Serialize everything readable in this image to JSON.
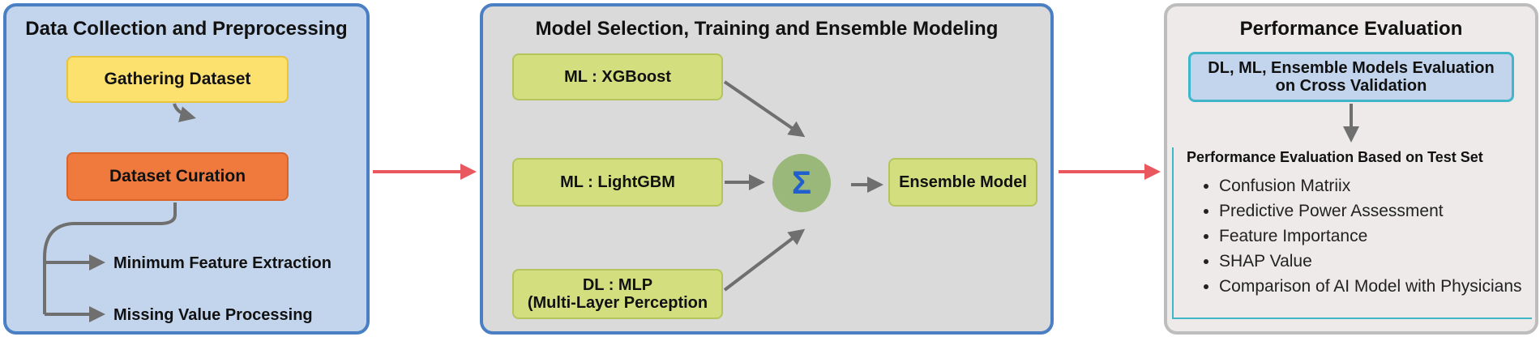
{
  "panels": {
    "data_collection": {
      "title": "Data Collection and Preprocessing",
      "gathering": "Gathering Dataset",
      "curation": "Dataset Curation",
      "minimum_feature": "Minimum Feature Extraction",
      "missing_value": "Missing Value Processing"
    },
    "model_selection": {
      "title": "Model Selection, Training and Ensemble Modeling",
      "xgboost": "ML : XGBoost",
      "lightgbm": "ML : LightGBM",
      "mlp_line1": "DL : MLP",
      "mlp_line2": "(Multi-Layer Perception",
      "sigma": "Σ",
      "ensemble": "Ensemble Model"
    },
    "performance": {
      "title": "Performance Evaluation",
      "cv_line1": "DL, ML, Ensemble Models Evaluation",
      "cv_line2": "on Cross Validation",
      "test_title": "Performance Evaluation Based on Test Set",
      "items": [
        "Confusion Matriix",
        "Predictive Power Assessment",
        "Feature Importance",
        "SHAP Value",
        "Comparison of AI Model with Physicians"
      ]
    }
  },
  "colors": {
    "panel_border_blue": "#4a80c3",
    "flow_arrow_red": "#e8585e",
    "inner_arrow_gray": "#6f6f6f"
  }
}
